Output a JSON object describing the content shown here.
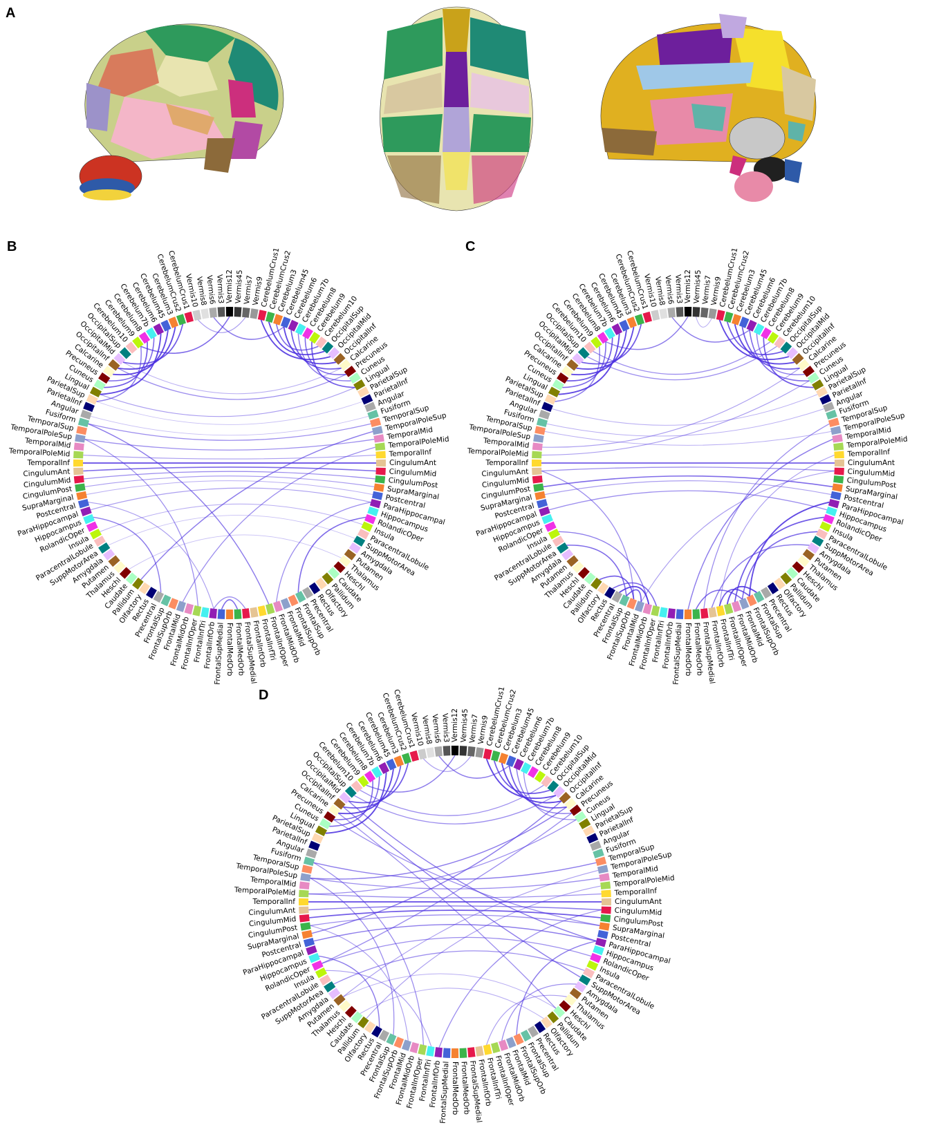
{
  "panels": {
    "a": "A",
    "b": "B",
    "c": "C",
    "d": "D"
  },
  "brain_views": [
    {
      "name": "lateral-view",
      "colors": [
        "#c9d08a",
        "#2e9a5c",
        "#e0a96c",
        "#f4b6c8",
        "#e8e4b0",
        "#1f8a75",
        "#cc2f7d",
        "#d87b5c",
        "#9c92c9",
        "#cc3322",
        "#2e5aa8",
        "#f2d23c",
        "#b24aa4",
        "#8c6a3a"
      ]
    },
    {
      "name": "superior-view",
      "colors": [
        "#2e9a5c",
        "#c9a21a",
        "#6d1f9c",
        "#e8c8dc",
        "#d8c8a0",
        "#1f8a75",
        "#e8e4b0",
        "#f0e36a",
        "#8c6a3a",
        "#b0a4d8",
        "#cc2f7d",
        "#2f8ad0"
      ]
    },
    {
      "name": "medial-view",
      "colors": [
        "#e0b020",
        "#6d1f9c",
        "#9fc8e8",
        "#f5e02c",
        "#c8c8c8",
        "#202020",
        "#e88aa8",
        "#5fb3a8",
        "#d89a7a",
        "#c0a8e0",
        "#cc2f7d",
        "#2e5aa8",
        "#d8c8a0"
      ]
    }
  ],
  "chord_labels": {
    "B": [
      "CerebelumCrus1",
      "CerebelumCrus2",
      "Cerebelum3",
      "Cerebelum45",
      "Cerebelum6",
      "Cerebelum7b",
      "Cerebelum8",
      "Cerebelum9",
      "Cerebelum10",
      "OccipitalSup",
      "OccipitalMid",
      "OccipitalInf",
      "Calcarine",
      "Precuneus",
      "Cuneus",
      "Lingual",
      "ParietalSup",
      "ParietalInf",
      "Angular",
      "Fusiform",
      "TemporalSup",
      "TemporalPoleSup",
      "TemporalMid",
      "TemporalPoleMid",
      "TemporalInf",
      "CingulumAnt",
      "CingulumMid",
      "CingulumPost",
      "SupraMarginal",
      "Postcentral",
      "ParaHippocampal",
      "Hippocampus",
      "RolandicOper",
      "Insula",
      "ParacentralLobule",
      "SuppMotorArea",
      "Amygdala",
      "Putamen",
      "Thalamus",
      "Heschl",
      "Caudate",
      "Pallidum",
      "Olfactory",
      "Rectus",
      "Precentral",
      "FrontalSup",
      "FrontalSupOrb",
      "FrontalMid",
      "FrontalMidOrb",
      "FrontalInfOper",
      "FrontalInfTri",
      "FrontalInfOrb",
      "FrontalSupMedial",
      "FrontalMedOrb",
      "FrontalMedOrb",
      "FrontalSupMedial",
      "FrontalInfOrb",
      "FrontalInfTri",
      "FrontalInfOper",
      "FrontalMidOrb",
      "FrontalMid",
      "FrontalSupOrb",
      "FrontalSup",
      "Precentral",
      "Rectus",
      "Olfactory",
      "Pallidum",
      "Caudate",
      "Heschl",
      "Thalamus",
      "Putamen",
      "Amygdala",
      "SuppMotorArea",
      "ParacentralLobule",
      "Insula",
      "RolandicOper",
      "Hippocampus",
      "ParaHippocampal",
      "Postcentral",
      "SupraMarginal",
      "CingulumPost",
      "CingulumMid",
      "CingulumAnt",
      "TemporalInf",
      "TemporalPoleMid",
      "TemporalMid",
      "TemporalPoleSup",
      "TemporalSup",
      "Fusiform",
      "Angular",
      "ParietalInf",
      "ParietalSup",
      "Lingual",
      "Cuneus",
      "Precuneus",
      "Calcarine",
      "OccipitalInf",
      "OccipitalMid",
      "OccipitalSup",
      "Cerebelum10",
      "Cerebelum9",
      "Cerebelum8",
      "Cerebelum7b",
      "Cerebelum6",
      "Cerebelum45",
      "Cerebelum3",
      "CerebelumCrus2",
      "CerebelumCrus1",
      "Vermis10",
      "Vermis8",
      "Vermis6",
      "Vermis3",
      "Vermis12",
      "Vermis45",
      "Vermis7",
      "Vermis9"
    ],
    "C": [
      "CerebelumCrus1",
      "CerebelumCrus2",
      "Cerebelum3",
      "Cerebelum45",
      "Cerebelum6",
      "Cerebelum7b",
      "Cerebelum8",
      "Cerebelum9",
      "Cerebelum10",
      "OccipitalSup",
      "OccipitalMid",
      "OccipitalInf",
      "Calcarine",
      "Precuneus",
      "Cuneus",
      "Lingual",
      "ParietalSup",
      "ParietalInf",
      "Angular",
      "Fusiform",
      "TemporalSup",
      "TemporalPoleSup",
      "TemporalMid",
      "TemporalPoleMid",
      "TemporalInf",
      "CingulumAnt",
      "CingulumMid",
      "CingulumPost",
      "SupraMarginal",
      "Postcentral",
      "ParaHippocampal",
      "Hippocampus",
      "RolandicOper",
      "Insula",
      "ParacentralLobule",
      "SuppMotorArea",
      "Amygdala",
      "Putamen",
      "Thalamus",
      "Heschl",
      "Caudate",
      "Pallidum",
      "Olfactory",
      "Rectus",
      "Precentral",
      "FrontalSup",
      "FrontalSupOrb",
      "FrontalMid",
      "FrontalMidOrb",
      "FrontalInfOper",
      "FrontalInfTri",
      "FrontalInfOrb",
      "FrontalSupMedial",
      "FrontalMedOrb",
      "FrontalMedOrb",
      "FrontalSupMedial",
      "FrontalInfOrb",
      "FrontalInfTri",
      "FrontalInfOper",
      "FrontalMidOrb",
      "FrontalMid",
      "FrontalSupOrb",
      "FrontalSup",
      "Precentral",
      "Rectus",
      "Olfactory",
      "Pallidum",
      "Caudate",
      "Heschl",
      "Thalamus",
      "Putamen",
      "Amygdala",
      "SuppMotorArea",
      "ParacentralLobule",
      "Insula",
      "RolandicOper",
      "Hippocampus",
      "ParaHippocampal",
      "Postcentral",
      "SupraMarginal",
      "CingulumPost",
      "CingulumMid",
      "CingulumAnt",
      "TemporalInf",
      "TemporalPoleMid",
      "TemporalMid",
      "TemporalPoleSup",
      "TemporalSup",
      "Fusiform",
      "Angular",
      "ParietalInf",
      "ParietalSup",
      "Lingual",
      "Cuneus",
      "Precuneus",
      "Calcarine",
      "OccipitalInf",
      "OccipitalMid",
      "OccipitalSup",
      "Cerebelum10",
      "Cerebelum9",
      "Cerebelum8",
      "Cerebelum7b",
      "Cerebelum6",
      "Cerebelum45",
      "Cerebelum3",
      "CerebelumCrus2",
      "CerebelumCrus1",
      "Vermis10",
      "Vermis8",
      "Vermis6",
      "Vermis3",
      "Vermis12",
      "Vermis45",
      "Vermis7",
      "Vermis9"
    ],
    "D": [
      "CerebelumCrus1",
      "CerebelumCrus2",
      "Cerebelum3",
      "Cerebelum45",
      "Cerebelum6",
      "Cerebelum7b",
      "Cerebelum8",
      "Cerebelum9",
      "Cerebelum10",
      "OccipitalSup",
      "OccipitalMid",
      "OccipitalInf",
      "Calcarine",
      "Precuneus",
      "Cuneus",
      "Lingual",
      "ParietalSup",
      "ParietalInf",
      "Angular",
      "Fusiform",
      "TemporalSup",
      "TemporalPoleSup",
      "TemporalMid",
      "TemporalPoleMid",
      "TemporalInf",
      "CingulumAnt",
      "CingulumMid",
      "CingulumPost",
      "SupraMarginal",
      "Postcentral",
      "ParaHippocampal",
      "Hippocampus",
      "RolandicOper",
      "Insula",
      "ParacentralLobule",
      "SuppMotorArea",
      "Amygdala",
      "Putamen",
      "Thalamus",
      "Heschl",
      "Caudate",
      "Pallidum",
      "Olfactory",
      "Rectus",
      "Precentral",
      "FrontalSup",
      "FrontalSupOrb",
      "FrontalMid",
      "FrontalMidOrb",
      "FrontalInfOper",
      "FrontalInfTri",
      "FrontalInfOrb",
      "FrontalSupMedial",
      "FrontalMedOrb",
      "FrontalMedOrb",
      "FrontalSupMedial",
      "FrontalInfOrb",
      "FrontalInfTri",
      "FrontalInfOper",
      "FrontalMidOrb",
      "FrontalMid",
      "FrontalSupOrb",
      "FrontalSup",
      "Precentral",
      "Rectus",
      "Olfactory",
      "Pallidum",
      "Caudate",
      "Heschl",
      "Thalamus",
      "Putamen",
      "Amygdala",
      "SuppMotorArea",
      "ParacentralLobule",
      "Insula",
      "RolandicOper",
      "Hippocampus",
      "ParaHippocampal",
      "Postcentral",
      "SupraMarginal",
      "CingulumPost",
      "CingulumMid",
      "CingulumAnt",
      "TemporalInf",
      "TemporalPoleMid",
      "TemporalMid",
      "TemporalPoleSup",
      "TemporalSup",
      "Fusiform",
      "Angular",
      "ParietalInf",
      "ParietalSup",
      "Lingual",
      "Cuneus",
      "Precuneus",
      "Calcarine",
      "OccipitalInf",
      "OccipitalMid",
      "OccipitalSup",
      "Cerebelum10",
      "Cerebelum9",
      "Cerebelum8",
      "Cerebelum7b",
      "Cerebelum6",
      "Cerebelum45",
      "Cerebelum3",
      "CerebelumCrus2",
      "CerebelumCrus1",
      "Vermis10",
      "Vermis8",
      "Vermis6",
      "Vermis3",
      "Vermis12",
      "Vermis45",
      "Vermis7",
      "Vermis9"
    ]
  },
  "segment_palette": [
    "#e6194b",
    "#3cb44b",
    "#f58231",
    "#4363d8",
    "#911eb4",
    "#46f0f0",
    "#f032e6",
    "#bcf60c",
    "#fabebe",
    "#008080",
    "#e6beff",
    "#9a6324",
    "#fffac8",
    "#800000",
    "#aaffc3",
    "#808000",
    "#ffd8b1",
    "#000075",
    "#a9a9a9",
    "#66c2a5",
    "#fc8d62",
    "#8da0cb",
    "#e78ac3",
    "#a6d854",
    "#ffd92f",
    "#e5c494"
  ],
  "vermis_greys": [
    "#000000",
    "#333333",
    "#666666",
    "#999999",
    "#cccccc",
    "#e0e0e0",
    "#aaaaaa",
    "#555555"
  ],
  "edge_color": "#4b2fe0",
  "connections": {
    "B": [
      [
        0,
        10,
        0.9
      ],
      [
        1,
        9,
        0.9
      ],
      [
        2,
        8,
        0.7
      ],
      [
        3,
        11,
        0.9
      ],
      [
        4,
        12,
        0.8
      ],
      [
        5,
        14,
        0.6
      ],
      [
        6,
        13,
        0.7
      ],
      [
        7,
        15,
        0.8
      ],
      [
        104,
        95,
        0.9
      ],
      [
        105,
        96,
        0.9
      ],
      [
        106,
        97,
        0.8
      ],
      [
        103,
        92,
        0.9
      ],
      [
        102,
        94,
        0.7
      ],
      [
        101,
        93,
        0.8
      ],
      [
        100,
        91,
        0.6
      ],
      [
        13,
        96,
        0.5
      ],
      [
        15,
        92,
        0.4
      ],
      [
        12,
        97,
        0.3
      ],
      [
        20,
        88,
        0.5
      ],
      [
        22,
        86,
        0.5
      ],
      [
        24,
        84,
        0.4
      ],
      [
        25,
        83,
        0.9
      ],
      [
        26,
        82,
        0.7
      ],
      [
        27,
        81,
        0.5
      ],
      [
        28,
        80,
        0.4
      ],
      [
        29,
        79,
        0.3
      ],
      [
        30,
        77,
        0.4
      ],
      [
        33,
        74,
        0.3
      ],
      [
        21,
        66,
        0.6
      ],
      [
        23,
        60,
        0.5
      ],
      [
        30,
        48,
        0.5
      ],
      [
        32,
        45,
        0.7
      ],
      [
        88,
        49,
        0.6
      ],
      [
        86,
        58,
        0.5
      ],
      [
        76,
        63,
        0.6
      ],
      [
        78,
        56,
        0.4
      ],
      [
        53,
        55,
        0.7
      ],
      [
        52,
        56,
        0.5
      ],
      [
        110,
        3,
        0.6
      ],
      [
        112,
        100,
        0.7
      ],
      [
        108,
        114,
        0.4
      ],
      [
        35,
        72,
        0.2
      ],
      [
        38,
        68,
        0.2
      ],
      [
        19,
        89,
        0.2
      ],
      [
        17,
        91,
        0.2
      ]
    ],
    "C": [
      [
        0,
        10,
        0.9
      ],
      [
        1,
        9,
        0.8
      ],
      [
        2,
        11,
        0.9
      ],
      [
        3,
        12,
        0.8
      ],
      [
        4,
        14,
        0.7
      ],
      [
        5,
        13,
        0.6
      ],
      [
        6,
        15,
        0.8
      ],
      [
        104,
        95,
        0.9
      ],
      [
        105,
        96,
        0.9
      ],
      [
        106,
        97,
        0.8
      ],
      [
        103,
        92,
        0.9
      ],
      [
        102,
        94,
        0.8
      ],
      [
        101,
        93,
        0.7
      ],
      [
        100,
        91,
        0.6
      ],
      [
        8,
        98,
        0.5
      ],
      [
        7,
        99,
        0.5
      ],
      [
        12,
        85,
        0.4
      ],
      [
        14,
        84,
        0.4
      ],
      [
        20,
        52,
        0.5
      ],
      [
        22,
        54,
        0.6
      ],
      [
        24,
        50,
        0.4
      ],
      [
        26,
        60,
        0.4
      ],
      [
        30,
        46,
        0.9
      ],
      [
        32,
        48,
        0.8
      ],
      [
        34,
        47,
        0.7
      ],
      [
        36,
        51,
        0.6
      ],
      [
        45,
        49,
        0.9
      ],
      [
        46,
        50,
        0.8
      ],
      [
        47,
        53,
        0.7
      ],
      [
        60,
        62,
        0.8
      ],
      [
        58,
        64,
        0.7
      ],
      [
        61,
        66,
        0.8
      ],
      [
        59,
        63,
        0.9
      ],
      [
        72,
        62,
        0.7
      ],
      [
        74,
        59,
        0.6
      ],
      [
        82,
        61,
        0.5
      ],
      [
        25,
        83,
        0.8
      ],
      [
        26,
        82,
        0.5
      ],
      [
        28,
        80,
        0.7
      ],
      [
        29,
        79,
        0.4
      ],
      [
        31,
        77,
        0.5
      ],
      [
        16,
        90,
        0.3
      ],
      [
        18,
        88,
        0.3
      ],
      [
        21,
        87,
        0.3
      ],
      [
        110,
        4,
        0.6
      ],
      [
        112,
        101,
        0.6
      ],
      [
        113,
        115,
        0.3
      ]
    ],
    "D": [
      [
        0,
        10,
        0.9
      ],
      [
        1,
        9,
        0.8
      ],
      [
        2,
        11,
        0.9
      ],
      [
        3,
        12,
        0.8
      ],
      [
        4,
        13,
        0.6
      ],
      [
        5,
        14,
        0.5
      ],
      [
        104,
        95,
        0.9
      ],
      [
        105,
        96,
        0.8
      ],
      [
        106,
        97,
        0.8
      ],
      [
        103,
        92,
        0.9
      ],
      [
        102,
        94,
        0.7
      ],
      [
        101,
        93,
        0.7
      ],
      [
        8,
        99,
        0.5
      ],
      [
        10,
        98,
        0.5
      ],
      [
        12,
        86,
        0.6
      ],
      [
        14,
        84,
        0.5
      ],
      [
        11,
        79,
        0.6
      ],
      [
        13,
        75,
        0.5
      ],
      [
        96,
        35,
        0.6
      ],
      [
        95,
        40,
        0.5
      ],
      [
        97,
        30,
        0.6
      ],
      [
        94,
        28,
        0.5
      ],
      [
        20,
        88,
        0.6
      ],
      [
        22,
        86,
        0.5
      ],
      [
        24,
        84,
        0.5
      ],
      [
        25,
        83,
        0.9
      ],
      [
        26,
        82,
        0.6
      ],
      [
        27,
        81,
        0.8
      ],
      [
        28,
        80,
        0.5
      ],
      [
        30,
        78,
        0.6
      ],
      [
        32,
        75,
        0.5
      ],
      [
        34,
        72,
        0.5
      ],
      [
        21,
        70,
        0.4
      ],
      [
        23,
        66,
        0.4
      ],
      [
        26,
        56,
        0.5
      ],
      [
        30,
        46,
        0.6
      ],
      [
        36,
        48,
        0.5
      ],
      [
        38,
        50,
        0.4
      ],
      [
        88,
        58,
        0.5
      ],
      [
        86,
        62,
        0.5
      ],
      [
        80,
        60,
        0.4
      ],
      [
        76,
        64,
        0.6
      ],
      [
        74,
        57,
        0.4
      ],
      [
        110,
        3,
        0.6
      ],
      [
        112,
        100,
        0.6
      ],
      [
        108,
        114,
        0.4
      ],
      [
        40,
        70,
        0.3
      ],
      [
        42,
        67,
        0.3
      ]
    ]
  }
}
